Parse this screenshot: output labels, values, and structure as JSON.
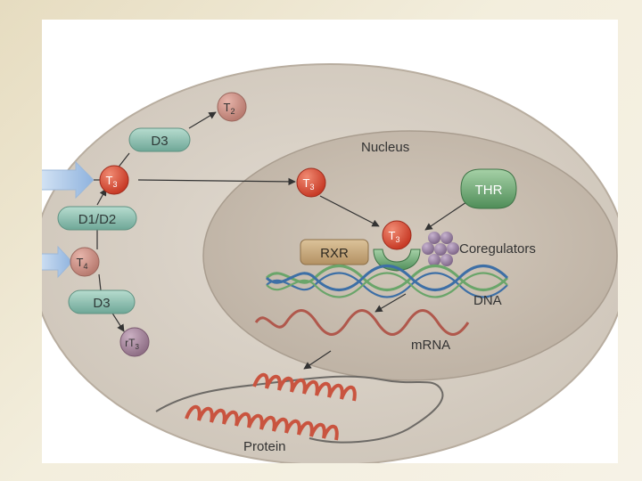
{
  "labels": {
    "nucleus": "Nucleus",
    "coregulators": "Coregulators",
    "dna": "DNA",
    "mrna": "mRNA",
    "protein": "Protein"
  },
  "enzymes": {
    "d3_top": "D3",
    "d1_d2": "D1/D2",
    "d3_bottom": "D3"
  },
  "receptors": {
    "thr": "THR",
    "rxr": "RXR"
  },
  "hormones": {
    "t2": {
      "base": "T",
      "sub": "2"
    },
    "t3_cyto": {
      "base": "T",
      "sub": "3"
    },
    "t4": {
      "base": "T",
      "sub": "4"
    },
    "rt3": {
      "base": "rT",
      "sub": "3"
    },
    "t3_nuc": {
      "base": "T",
      "sub": "3"
    },
    "t3_bound": {
      "base": "T",
      "sub": "3"
    }
  },
  "colors": {
    "cell_fill": "#d7cfc4",
    "nucleus_fill": "#cbc0b3",
    "hormone_red": "#d94a35",
    "hormone_pink": "#c99086",
    "hormone_mauve": "#a8849a",
    "enzyme_teal": "#8fbfb0",
    "receptor_green": "#6fa878",
    "rxr_tan": "#c9ab7a",
    "coregulator_purple": "#9e86a6",
    "dna_blue": "#3d6fa6",
    "dna_green": "#6aa56a",
    "mrna_red": "#b0584c",
    "protein_red": "#d46e5a",
    "arrow_blue": "#a9c6e8"
  },
  "icons": [
    "import-arrow-icon",
    "arrow-icon",
    "dna-helix-icon",
    "mrna-strand-icon",
    "protein-helix-icon"
  ]
}
